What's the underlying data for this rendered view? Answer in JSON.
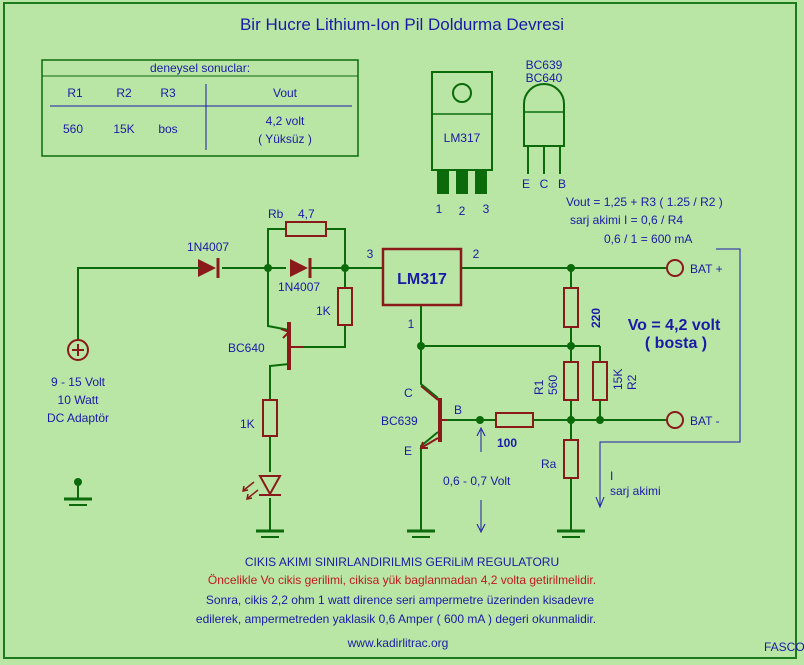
{
  "title": "Bir Hucre Lithium-Ion Pil Doldurma Devresi",
  "results_table": {
    "caption": "deneysel sonuclar:",
    "headers": [
      "R1",
      "R2",
      "R3",
      "Vout"
    ],
    "values": [
      "560",
      "15K",
      "bos"
    ],
    "vout_line1": "4,2  volt",
    "vout_line2": "( Yüksüz )"
  },
  "lm317_package": {
    "label": "LM317",
    "pins": [
      "1",
      "2",
      "3"
    ]
  },
  "bc_package": {
    "names": [
      "BC639",
      "BC640"
    ],
    "pins": [
      "E",
      "C",
      "B"
    ]
  },
  "formulas": {
    "vout": "Vout  =  1,25 + R3 ( 1.25 / R2 )",
    "current": "sarj akimi     I = 0,6 / R4",
    "example": "0,6 / 1 = 600 mA"
  },
  "components": {
    "diode1": "1N4007",
    "diode2": "1N4007",
    "rb_label": "Rb",
    "rb_value": "4,7",
    "r_1k_top": "1K",
    "pnp": "BC640",
    "r_1k_led": "1K",
    "regulator": "LM317",
    "pin3": "3",
    "pin2": "2",
    "pin1": "1",
    "r_220": "220",
    "r1_label": "R1",
    "r1_value": "560",
    "r2_label": "R2",
    "r2_value": "15K",
    "npn": "BC639",
    "npn_c": "C",
    "npn_b": "B",
    "npn_e": "E",
    "r_100": "100",
    "ra_label": "Ra"
  },
  "supply": {
    "line1": "9 - 15 Volt",
    "line2": "10 Watt",
    "line3": "DC Adaptör"
  },
  "terminals": {
    "bat_plus": "BAT +",
    "bat_minus": "BAT -"
  },
  "vo_note": {
    "line1": "Vo = 4,2 volt",
    "line2": "( bosta )"
  },
  "vbe_note": "0,6 - 0,7 Volt",
  "current_note": {
    "line1": "I",
    "line2": "sarj akimi"
  },
  "footer": {
    "heading": "CIKIS AKIMI SINIRLANDIRILMIS GERiLiM REGULATORU",
    "line_red": "Öncelikle Vo cikis gerilimi, cikisa yük baglanmadan 4,2 volta getirilmelidir.",
    "line2": "Sonra, cikis 2,2 ohm 1 watt dirence seri ampermetre üzerinden kisadevre",
    "line3": "edilerek, ampermetreden yaklasik 0,6 Amper ( 600 mA ) degeri okunmalidir.",
    "url": "www.kadirlitrac.org",
    "signature": "FASCOL"
  },
  "colors": {
    "background": "#b9e6a5",
    "wire": "#0b6b0b",
    "component": "#8a1a1a",
    "text": "#1a1aa8",
    "note_red": "#c0181f"
  }
}
